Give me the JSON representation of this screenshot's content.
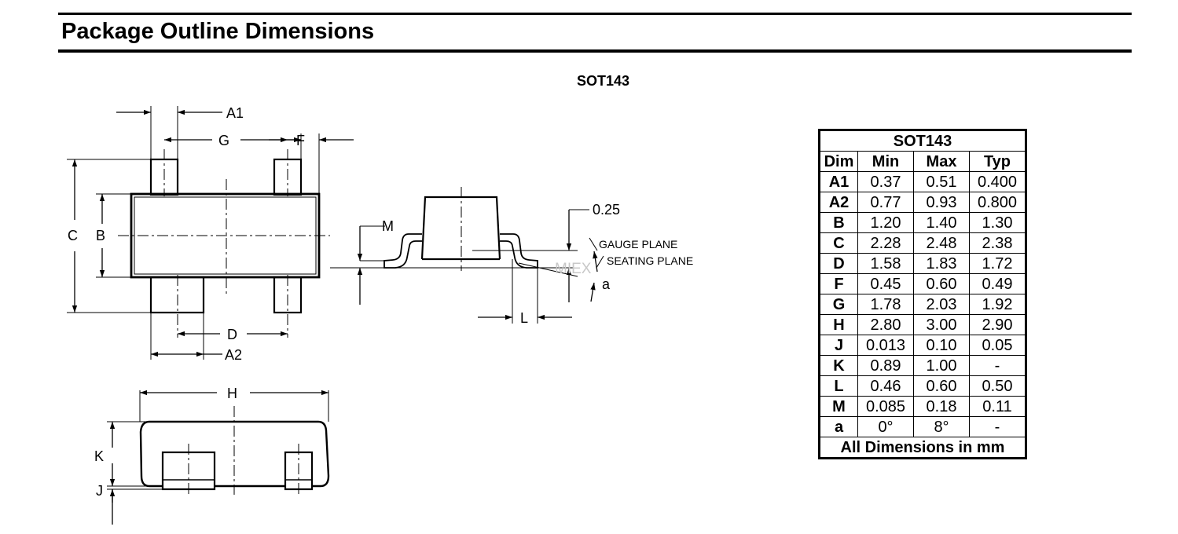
{
  "header": {
    "title": "Package Outline Dimensions"
  },
  "package_label": "SOT143",
  "drawing_labels": {
    "a1": "A1",
    "g": "G",
    "f": "F",
    "c": "C",
    "b": "B",
    "d": "D",
    "a2": "A2",
    "m": "M",
    "l": "L",
    "angle": "a",
    "offset": "0.25",
    "gauge_plane": "GAUGE PLANE",
    "seating_plane": "SEATING PLANE",
    "h": "H",
    "k": "K",
    "j": "J",
    "watermark": "MIEX"
  },
  "table": {
    "caption": "SOT143",
    "headers": [
      "Dim",
      "Min",
      "Max",
      "Typ"
    ],
    "rows": [
      [
        "A1",
        "0.37",
        "0.51",
        "0.400"
      ],
      [
        "A2",
        "0.77",
        "0.93",
        "0.800"
      ],
      [
        "B",
        "1.20",
        "1.40",
        "1.30"
      ],
      [
        "C",
        "2.28",
        "2.48",
        "2.38"
      ],
      [
        "D",
        "1.58",
        "1.83",
        "1.72"
      ],
      [
        "F",
        "0.45",
        "0.60",
        "0.49"
      ],
      [
        "G",
        "1.78",
        "2.03",
        "1.92"
      ],
      [
        "H",
        "2.80",
        "3.00",
        "2.90"
      ],
      [
        "J",
        "0.013",
        "0.10",
        "0.05"
      ],
      [
        "K",
        "0.89",
        "1.00",
        "-"
      ],
      [
        "L",
        "0.46",
        "0.60",
        "0.50"
      ],
      [
        "M",
        "0.085",
        "0.18",
        "0.11"
      ],
      [
        "a",
        "0°",
        "8°",
        "-"
      ]
    ],
    "footer": "All Dimensions in mm"
  }
}
